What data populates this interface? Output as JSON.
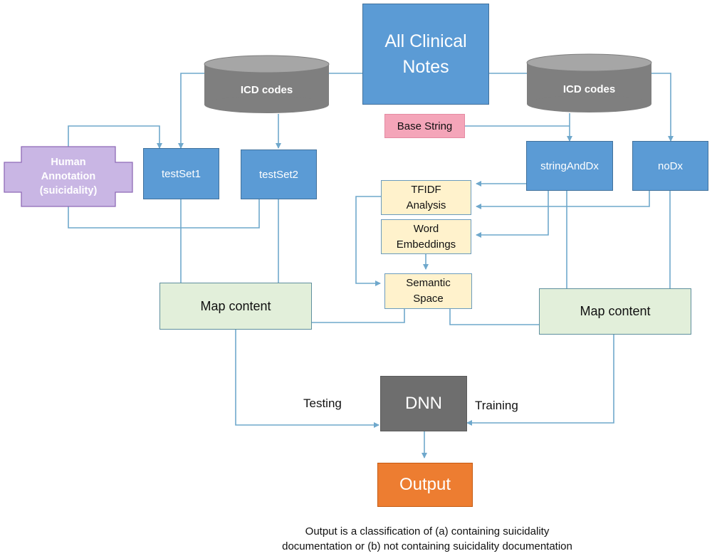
{
  "nodes": {
    "all_clinical_notes": "All Clinical\nNotes",
    "icd_codes_left": "ICD codes",
    "icd_codes_right": "ICD codes",
    "base_string": "Base String",
    "human_annotation": "Human\nAnnotation\n(suicidality)",
    "testset1": "testSet1",
    "testset2": "testSet2",
    "stringanddx": "stringAndDx",
    "nodx": "noDx",
    "tfidf": "TFIDF\nAnalysis",
    "word_embeddings": "Word\nEmbeddings",
    "semantic_space": "Semantic\nSpace",
    "map_content_left": "Map content",
    "map_content_right": "Map content",
    "dnn": "DNN",
    "output": "Output"
  },
  "labels": {
    "testing": "Testing",
    "training": "Training"
  },
  "caption": "Output is a classification of (a) containing suicidality\ndocumentation or (b) not containing suicidality documentation",
  "colors": {
    "blue": "#5b9bd5",
    "gray": "#7f7f7f",
    "pink": "#f4a5b9",
    "lavender": "#c9b6e4",
    "cream": "#fff2cc",
    "light_green": "#e2efda",
    "dark_gray": "#6e6e6e",
    "orange": "#ed7d31",
    "connector": "#6fa8cc"
  }
}
